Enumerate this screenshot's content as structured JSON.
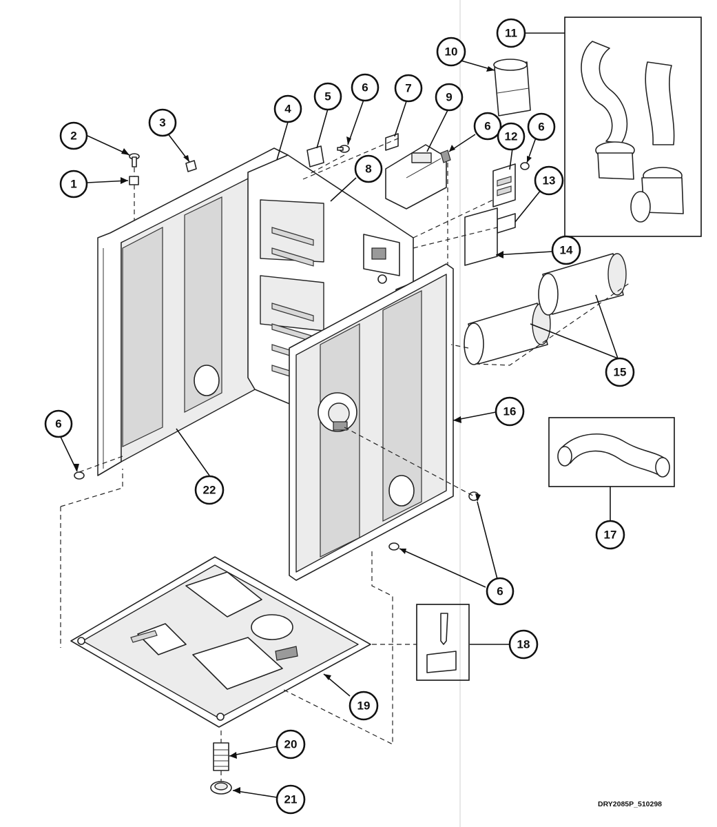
{
  "drawing_id": "DRY2085P_510298",
  "callouts": [
    {
      "id": "c1",
      "label": "1"
    },
    {
      "id": "c2",
      "label": "2"
    },
    {
      "id": "c3",
      "label": "3"
    },
    {
      "id": "c4",
      "label": "4"
    },
    {
      "id": "c5",
      "label": "5"
    },
    {
      "id": "c6a",
      "label": "6"
    },
    {
      "id": "c7",
      "label": "7"
    },
    {
      "id": "c8",
      "label": "8"
    },
    {
      "id": "c9",
      "label": "9"
    },
    {
      "id": "c6b",
      "label": "6"
    },
    {
      "id": "c10",
      "label": "10"
    },
    {
      "id": "c11",
      "label": "11"
    },
    {
      "id": "c12",
      "label": "12"
    },
    {
      "id": "c6c",
      "label": "6"
    },
    {
      "id": "c13",
      "label": "13"
    },
    {
      "id": "c14",
      "label": "14"
    },
    {
      "id": "c15",
      "label": "15"
    },
    {
      "id": "c16",
      "label": "16"
    },
    {
      "id": "c6d",
      "label": "6"
    },
    {
      "id": "c22",
      "label": "22"
    },
    {
      "id": "c17",
      "label": "17"
    },
    {
      "id": "c6e",
      "label": "6"
    },
    {
      "id": "c18",
      "label": "18"
    },
    {
      "id": "c19",
      "label": "19"
    },
    {
      "id": "c20",
      "label": "20"
    },
    {
      "id": "c21",
      "label": "21"
    }
  ]
}
